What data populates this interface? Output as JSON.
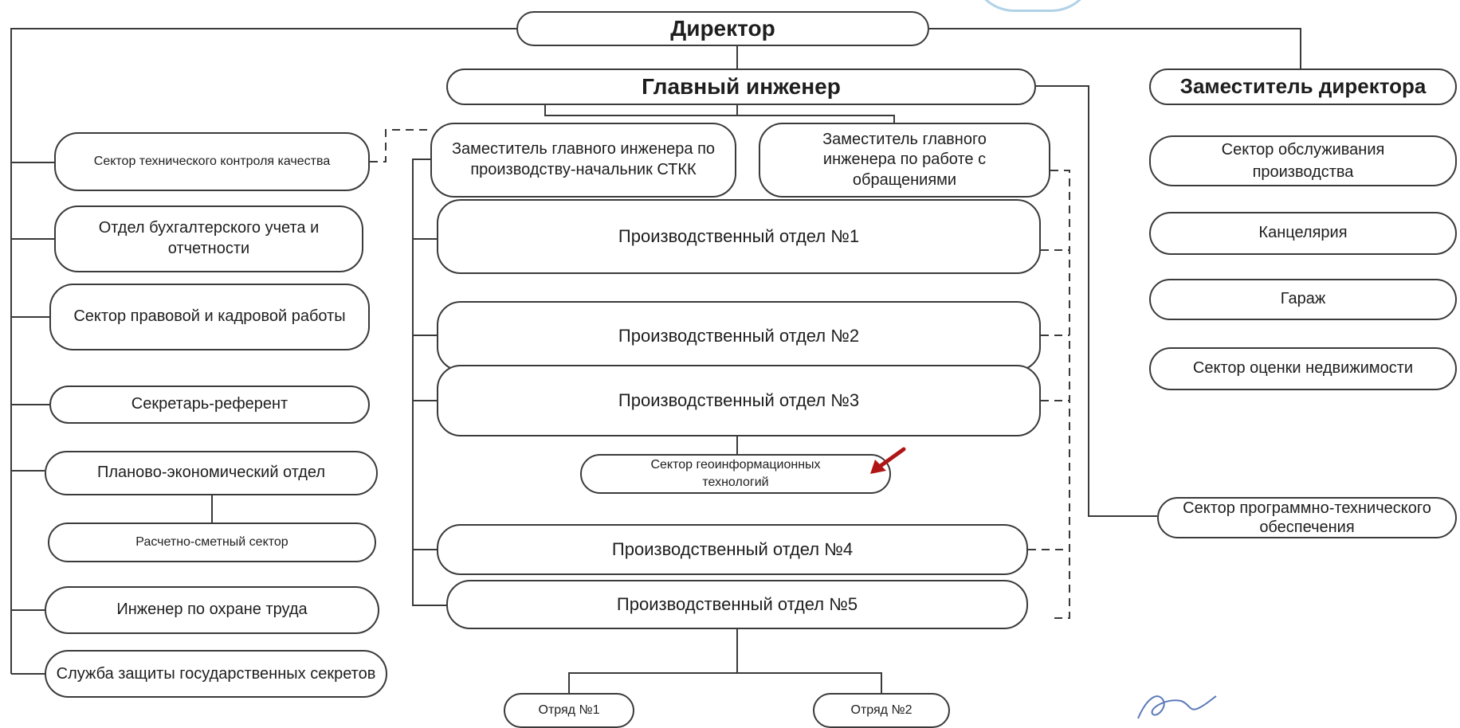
{
  "org_chart": {
    "director": "Директор",
    "chief_engineer": "Главный инженер",
    "deputy_director": "Заместитель директора",
    "chief_engineer_deputies": [
      "Заместитель главного инженера по производству-начальник СТКК",
      "Заместитель главного инженера по работе с обращениями"
    ],
    "left_column": [
      "Сектор технического контроля качества",
      "Отдел бухгалтерского учета и отчетности",
      "Сектор правовой и кадровой работы",
      "Секретарь-референт",
      "Планово-экономический отдел",
      "Расчетно-сметный сектор",
      "Инженер по охране труда",
      "Служба защиты государственных секретов"
    ],
    "production_departments": [
      "Производственный отдел №1",
      "Производственный отдел №2",
      "Производственный отдел №3",
      "Производственный отдел №4",
      "Производственный отдел №5"
    ],
    "gis_sector": "Сектор геоинформационных технологий",
    "detachments": [
      "Отряд №1",
      "Отряд №2"
    ],
    "right_column": [
      "Сектор обслуживания производства",
      "Канцелярия",
      "Гараж",
      "Сектор оценки недвижимости"
    ],
    "software_sector": "Сектор программно-технического обеспечения"
  },
  "colors": {
    "line": "#3a3a3a",
    "highlight_arrow": "#b01515",
    "seal": "#8fc0de"
  }
}
